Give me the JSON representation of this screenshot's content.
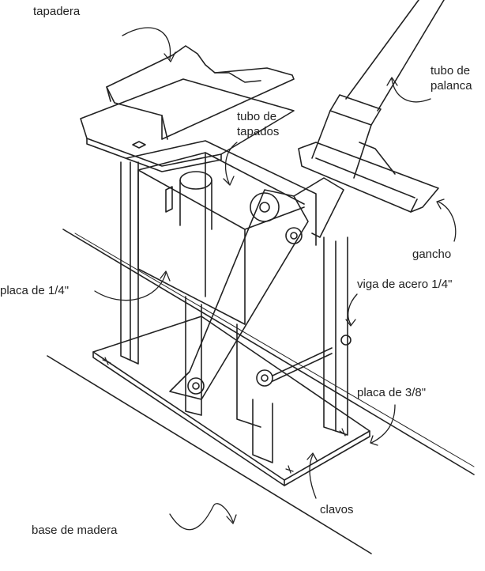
{
  "labels": {
    "tapadera": "tapadera",
    "tubo_de_palanca": {
      "line1": "tubo de",
      "line2": "palanca"
    },
    "tubo_de_tapados": {
      "line1": "tubo de",
      "line2": "tapados"
    },
    "placa_1_4": "placa de 1/4\"",
    "gancho": "gancho",
    "viga_de_acero": "viga de acero 1/4\"",
    "placa_3_8": "placa de 3/8\"",
    "clavos": "clavos",
    "base_de_madera": "base de madera"
  },
  "colors": {
    "ink": "#222222",
    "paper": "#ffffff"
  }
}
